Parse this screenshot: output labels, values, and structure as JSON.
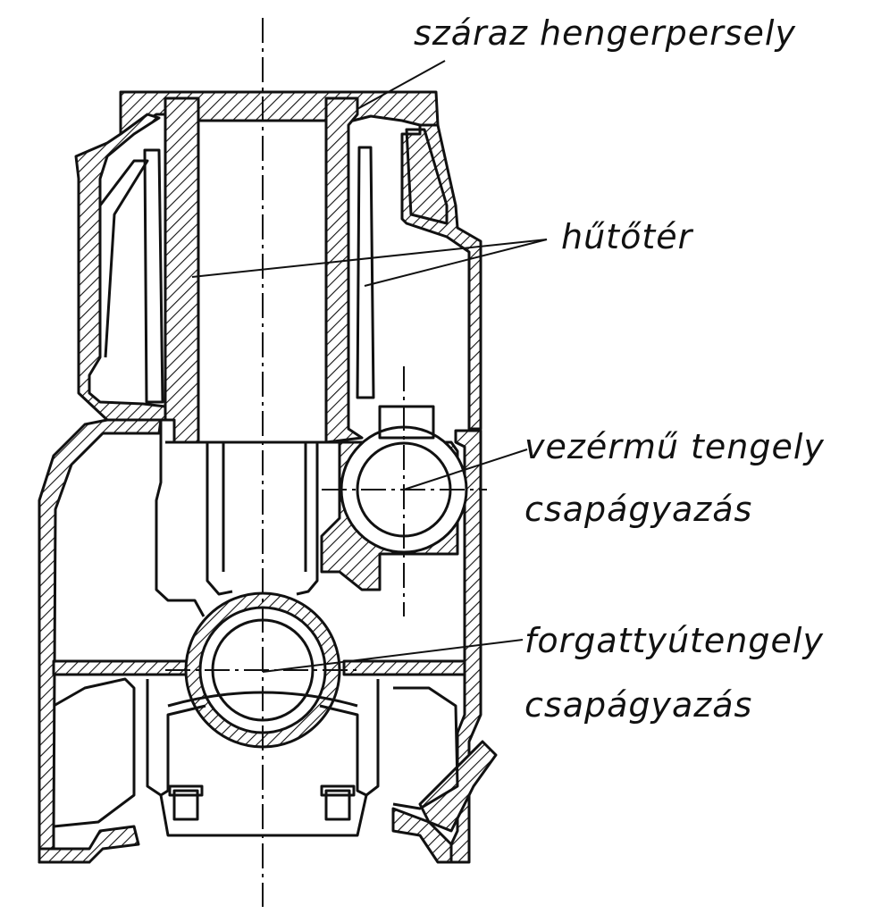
{
  "labels": {
    "dry_liner": "száraz hengerpersely",
    "cooling_space": "hűtőtér",
    "camshaft_line1": "vezérmű tengely",
    "camshaft_line2": "csapágyazás",
    "crankshaft_line1": "forgattyútengely",
    "crankshaft_line2": "csapágyazás"
  },
  "colors": {
    "ink": "#111111",
    "paper": "#ffffff"
  }
}
